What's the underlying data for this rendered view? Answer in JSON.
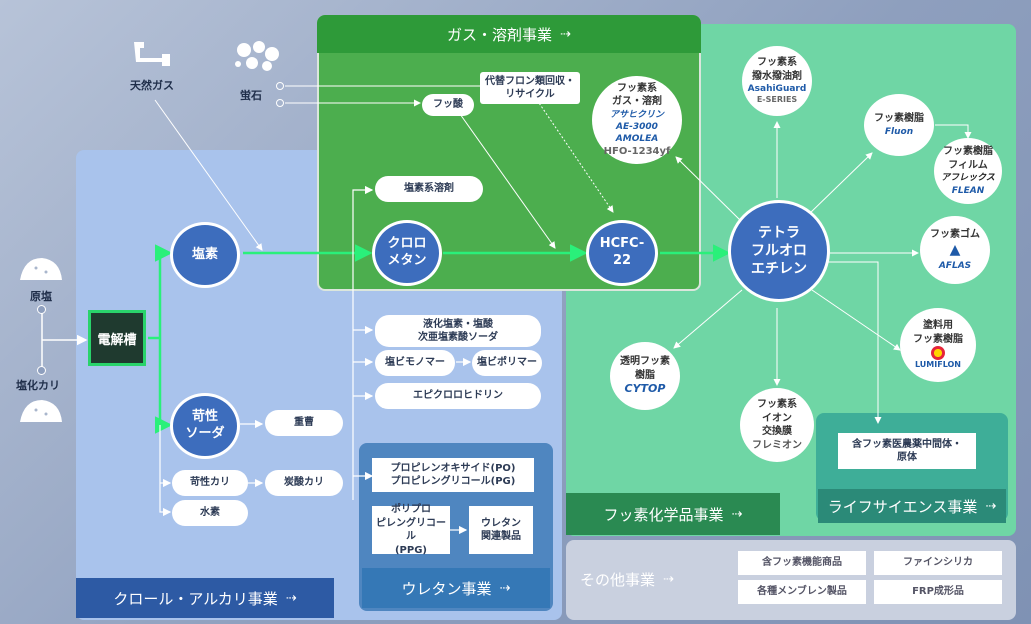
{
  "raw_materials": {
    "natural_gas": "天然ガス",
    "fluorite": "蛍石",
    "salt": "原塩",
    "potassium_chloride": "塩化カリ"
  },
  "segments": {
    "chlor_alkali": "クロール・アルカリ事業",
    "gas_solvent": "ガス・溶剤事業",
    "fluorochemicals": "フッ素化学品事業",
    "urethane": "ウレタン事業",
    "life_science": "ライフサイエンス事業",
    "other": "その他事業"
  },
  "nodes": {
    "electrolyzer": "電解槽",
    "chlorine": "塩素",
    "caustic_soda": "苛性\nソーダ",
    "chloromethane": "クロロ\nメタン",
    "hcfc22": "HCFC-\n22",
    "tfe": "テトラ\nフルオロ\nエチレン"
  },
  "chlor_products": {
    "chlorinated_solvent": "塩素系溶剤",
    "liquid_chlorine": "液化塩素・塩酸\n次亜塩素酸ソーダ",
    "vcm": "塩ビモノマー",
    "pvc": "塩ビポリマー",
    "epichlorohydrin": "エピクロロヒドリン",
    "soda_ash": "重曹",
    "caustic_potash": "苛性カリ",
    "potassium_carbonate": "炭酸カリ",
    "hydrogen": "水素"
  },
  "gas_products": {
    "hf": "フッ酸",
    "recovery": "代替フロン類回収・\nリサイクル"
  },
  "fluoro_products": {
    "gas_solvent": {
      "label": "フッ素系\nガス・溶剤",
      "brand1": "アサヒクリン",
      "brand2": "AE-3000",
      "brand3": "AMOLEA",
      "note": "HFO-1234yf"
    },
    "water_oil": {
      "label": "フッ素系\n撥水撥油剤",
      "brand": "AsahiGuard",
      "sub": "E-SERIES"
    },
    "resin": {
      "label": "フッ素樹脂",
      "brand": "Fluon"
    },
    "film": {
      "label": "フッ素樹脂\nフィルム",
      "brand": "アフレックス",
      "brand2": "FLEAN"
    },
    "rubber": {
      "label": "フッ素ゴム",
      "brand": "AFLAS"
    },
    "coating": {
      "label": "塗料用\nフッ素樹脂",
      "brand": "LUMIFLON"
    },
    "transparent": {
      "label": "透明フッ素\n樹脂",
      "brand": "CYTOP"
    },
    "ion": {
      "label": "フッ素系\nイオン\n交換膜",
      "brand": "フレミオン"
    }
  },
  "urethane_products": {
    "po": "プロピレンオキサイド(PO)\nプロピレングリコール(PG)",
    "ppg": "ポリプロ\nピレングリコール\n(PPG)",
    "urethane_goods": "ウレタン\n関連製品"
  },
  "life_products": {
    "intermediate": "含フッ素医農薬中間体・\n原体"
  },
  "other_products": {
    "functional": "含フッ素機能商品",
    "fine_silica": "ファインシリカ",
    "membranes": "各種メンブレン製品",
    "frp": "FRP成形品"
  },
  "colors": {
    "main_flow": "#2af07a",
    "chlor": "#a9c3ec",
    "gas": "#4cae4e",
    "fluoro": "#6fd6a5",
    "node": "#3d6dbd"
  }
}
